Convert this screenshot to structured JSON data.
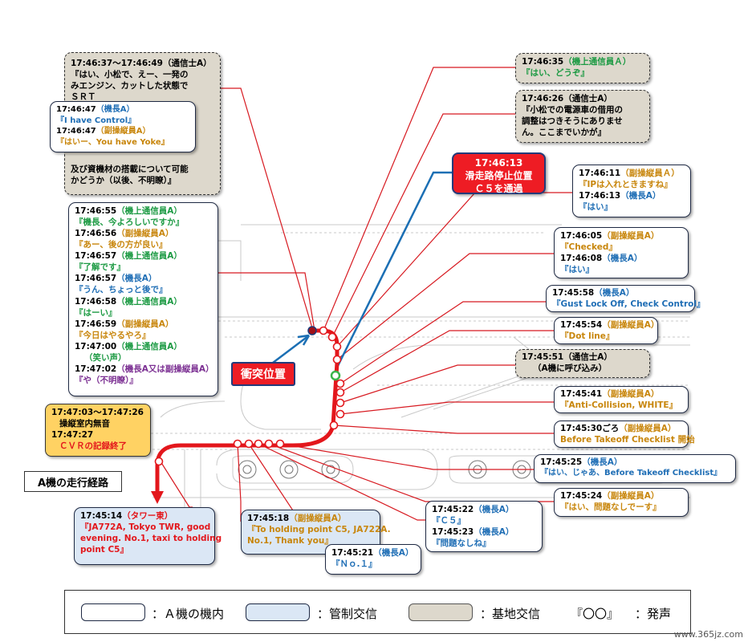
{
  "colors": {
    "red_path": "#e3171c",
    "red_line": "#d71920",
    "blue_line": "#1b6fb4",
    "blue_text": "#1f6eb5",
    "green_text": "#1c9a43",
    "orange_text": "#c8860c",
    "purple_text": "#7b2f92",
    "red_text": "#e3171c",
    "base_bg": "#ddd8cc",
    "ctrl_bg": "#dbe7f5"
  },
  "path_label": "A機の走行経路",
  "crash_label": "衝突位置",
  "c5_box": {
    "time": "17:46:13",
    "line1": "滑走路停止位置",
    "line2": "Ｃ５を通過"
  },
  "cvr_box": {
    "line1": "17:47:03～17:47:26",
    "line2": "操縦室内無音",
    "line3": "17:47:27",
    "line4": "ＣＶＲの記録終了"
  },
  "base_big": {
    "l1": "17:46:37～17:46:49（通信士A）",
    "l2": "『はい、小松で、えー、一発の",
    "l3": "みエンジン、カットした状態で",
    "l4": "ＳＲＴ",
    "l5": "及び資機材の搭載について可能",
    "l6": "かどうか（以後、不明瞭）』"
  },
  "inner_box": {
    "t1": "17:46:47",
    "s1": "（機長A）",
    "q1": "『I have Control』",
    "t2": "17:46:47",
    "s2": "（副操縦員A）",
    "q2": "『はいー、You have Yoke』"
  },
  "left_box": {
    "rows": [
      {
        "time": "17:46:55",
        "speaker": "（機上通信員A）",
        "quote": "『機長、今よろしいですか』",
        "color": "green"
      },
      {
        "time": "17:46:56",
        "speaker": "（副操縦員A）",
        "quote": "『あー、後の方が良い』",
        "color": "orange"
      },
      {
        "time": "17:46:57",
        "speaker": "（機上通信員A）",
        "quote": "『了解です』",
        "color": "green"
      },
      {
        "time": "17:46:57",
        "speaker": "（機長A）",
        "quote": "『うん、ちょっと後で』",
        "color": "blue"
      },
      {
        "time": "17:46:58",
        "speaker": "（機上通信員A）",
        "quote": "『はーい』",
        "color": "green"
      },
      {
        "time": "17:46:59",
        "speaker": "（副操縦員A）",
        "quote": "『今日はやるやろ』",
        "color": "orange"
      },
      {
        "time": "17:47:00",
        "speaker": "（機上通信員A）",
        "quote": "（笑い声）",
        "color": "green"
      },
      {
        "time": "17:47:02",
        "speaker": "（機長A又は副操縦員A）",
        "quote": "『や（不明瞭）』",
        "color": "purple"
      }
    ]
  },
  "tower_box": {
    "time": "17:45:14",
    "speaker": "（タワー東）",
    "l1": "『JA772A, Tokyo TWR, good",
    "l2": "evening. No.1, taxi to holding",
    "l3": "point C5』"
  },
  "holding_box": {
    "time": "17:45:18",
    "speaker": "（副操縦員A）",
    "l1": "『To holding point C5, JA722A.",
    "l2": "No.1, Thank you』"
  },
  "no1_box": {
    "time": "17:45:21",
    "speaker": "（機長A）",
    "quote": "『Ｎｏ.１』"
  },
  "c5_quote_box": {
    "t1": "17:45:22",
    "s1": "（機長A）",
    "q1": "『Ｃ５』",
    "t2": "17:45:23",
    "s2": "（機長A）",
    "q2": "『問題なしね』"
  },
  "right_boxes": {
    "r1": {
      "time": "17:46:35",
      "speaker": "（機上通信員Ａ）",
      "quote": "『はい、どうぞ』"
    },
    "r2": {
      "time": "17:46:26",
      "speaker": "（通信士A）",
      "l1": "『小松での電源車の借用の",
      "l2": "調整はつきそうにありませ",
      "l3": "ん。ここまでいかが』"
    },
    "r3": {
      "t1": "17:46:11",
      "s1": "（副操縦員Ａ）",
      "q1": "『IPは入れときますね』",
      "t2": "17:46:13",
      "s2": "（機長A）",
      "q2": "『はい』"
    },
    "r4": {
      "t1": "17:46:05",
      "s1": "（副操縦員A）",
      "q1": "『Checked』",
      "t2": "17:46:08",
      "s2": "（機長A）",
      "q2": "『はい』"
    },
    "r5": {
      "time": "17:45:58",
      "speaker": "（機長A）",
      "quote": "『Gust Lock Off, Check Control』"
    },
    "r6": {
      "time": "17:45:54",
      "speaker": "（副操縦員A）",
      "quote": "『Dot line』"
    },
    "r7": {
      "time": "17:45:51",
      "speaker": "（通信士A）",
      "quote": "（A機に呼び込み）"
    },
    "r8": {
      "time": "17:45:41",
      "speaker": "（副操縦員A）",
      "quote": "『Anti-Collision, WHITE』"
    },
    "r9": {
      "time": "17:45:30ごろ",
      "speaker": "（副操縦員A）",
      "quote": "Before Takeoff Checklist 開始"
    },
    "r10": {
      "time": "17:45:25",
      "speaker": "（機長A）",
      "quote": "『はい、じゃあ、Before  Takeoff Checklist』"
    },
    "r11": {
      "time": "17:45:24",
      "speaker": "（副操縦員A）",
      "quote": "『はい、問題なしでーす』"
    }
  },
  "legend": {
    "a_cabin": "：Ａ機の機内",
    "control": "：管制交信",
    "base": "：基地交信",
    "quote_mark": "『〇〇』",
    "speech": "：発声"
  },
  "watermark": "www.365jz.com"
}
